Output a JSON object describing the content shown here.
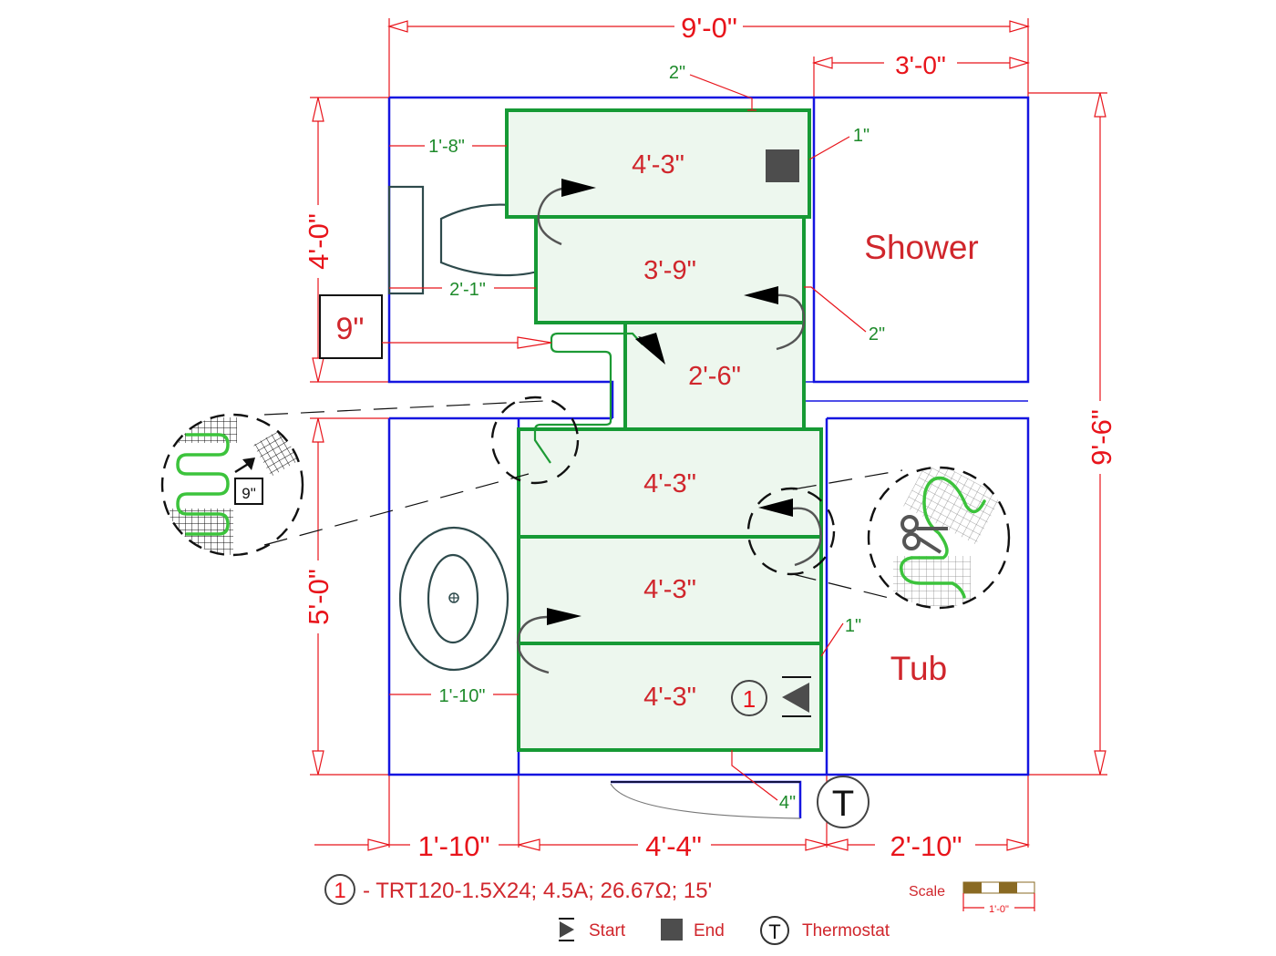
{
  "dimensions": {
    "overall_width": "9'-0\"",
    "shower_width": "3'-0\"",
    "overall_height": "9'-6\"",
    "upper_height": "4'-0\"",
    "lower_height": "5'-0\"",
    "bottom_left": "1'-10\"",
    "bottom_mid": "4'-4\"",
    "bottom_right": "2'-10\"",
    "gap_box": "9\""
  },
  "offsets": {
    "top_gap": "2\"",
    "left_top": "1'-8\"",
    "right_top": "1\"",
    "left_mid": "2'-1\"",
    "right_mid": "2\"",
    "left_bottom": "1'-10\"",
    "right_bottom": "1\"",
    "bottom_gap": "4\""
  },
  "mats": [
    {
      "label": "4'-3\""
    },
    {
      "label": "3'-9\""
    },
    {
      "label": "2'-6\""
    },
    {
      "label": "4'-3\""
    },
    {
      "label": "4'-3\""
    },
    {
      "label": "4'-3\""
    }
  ],
  "rooms": {
    "shower": "Shower",
    "tub": "Tub"
  },
  "markers": {
    "circuit_number": "1",
    "thermostat_symbol": "T",
    "detail_box": "9\""
  },
  "legend": {
    "circuit_number": "1",
    "spec": "- TRT120-1.5X24; 4.5A; 26.67Ω; 15'",
    "start": "Start",
    "end": "End",
    "thermostat_symbol": "T",
    "thermostat": "Thermostat"
  },
  "scale": {
    "label": "Scale",
    "length": "1'-0\""
  },
  "colors": {
    "dimension": "#e8141b",
    "wall": "#1515e0",
    "mat_border": "#169a35",
    "mat_fill": "#edf7ee",
    "text_red": "#d0262c",
    "offset_green": "#1d8a2a",
    "scale_brown": "#8a6a23"
  }
}
